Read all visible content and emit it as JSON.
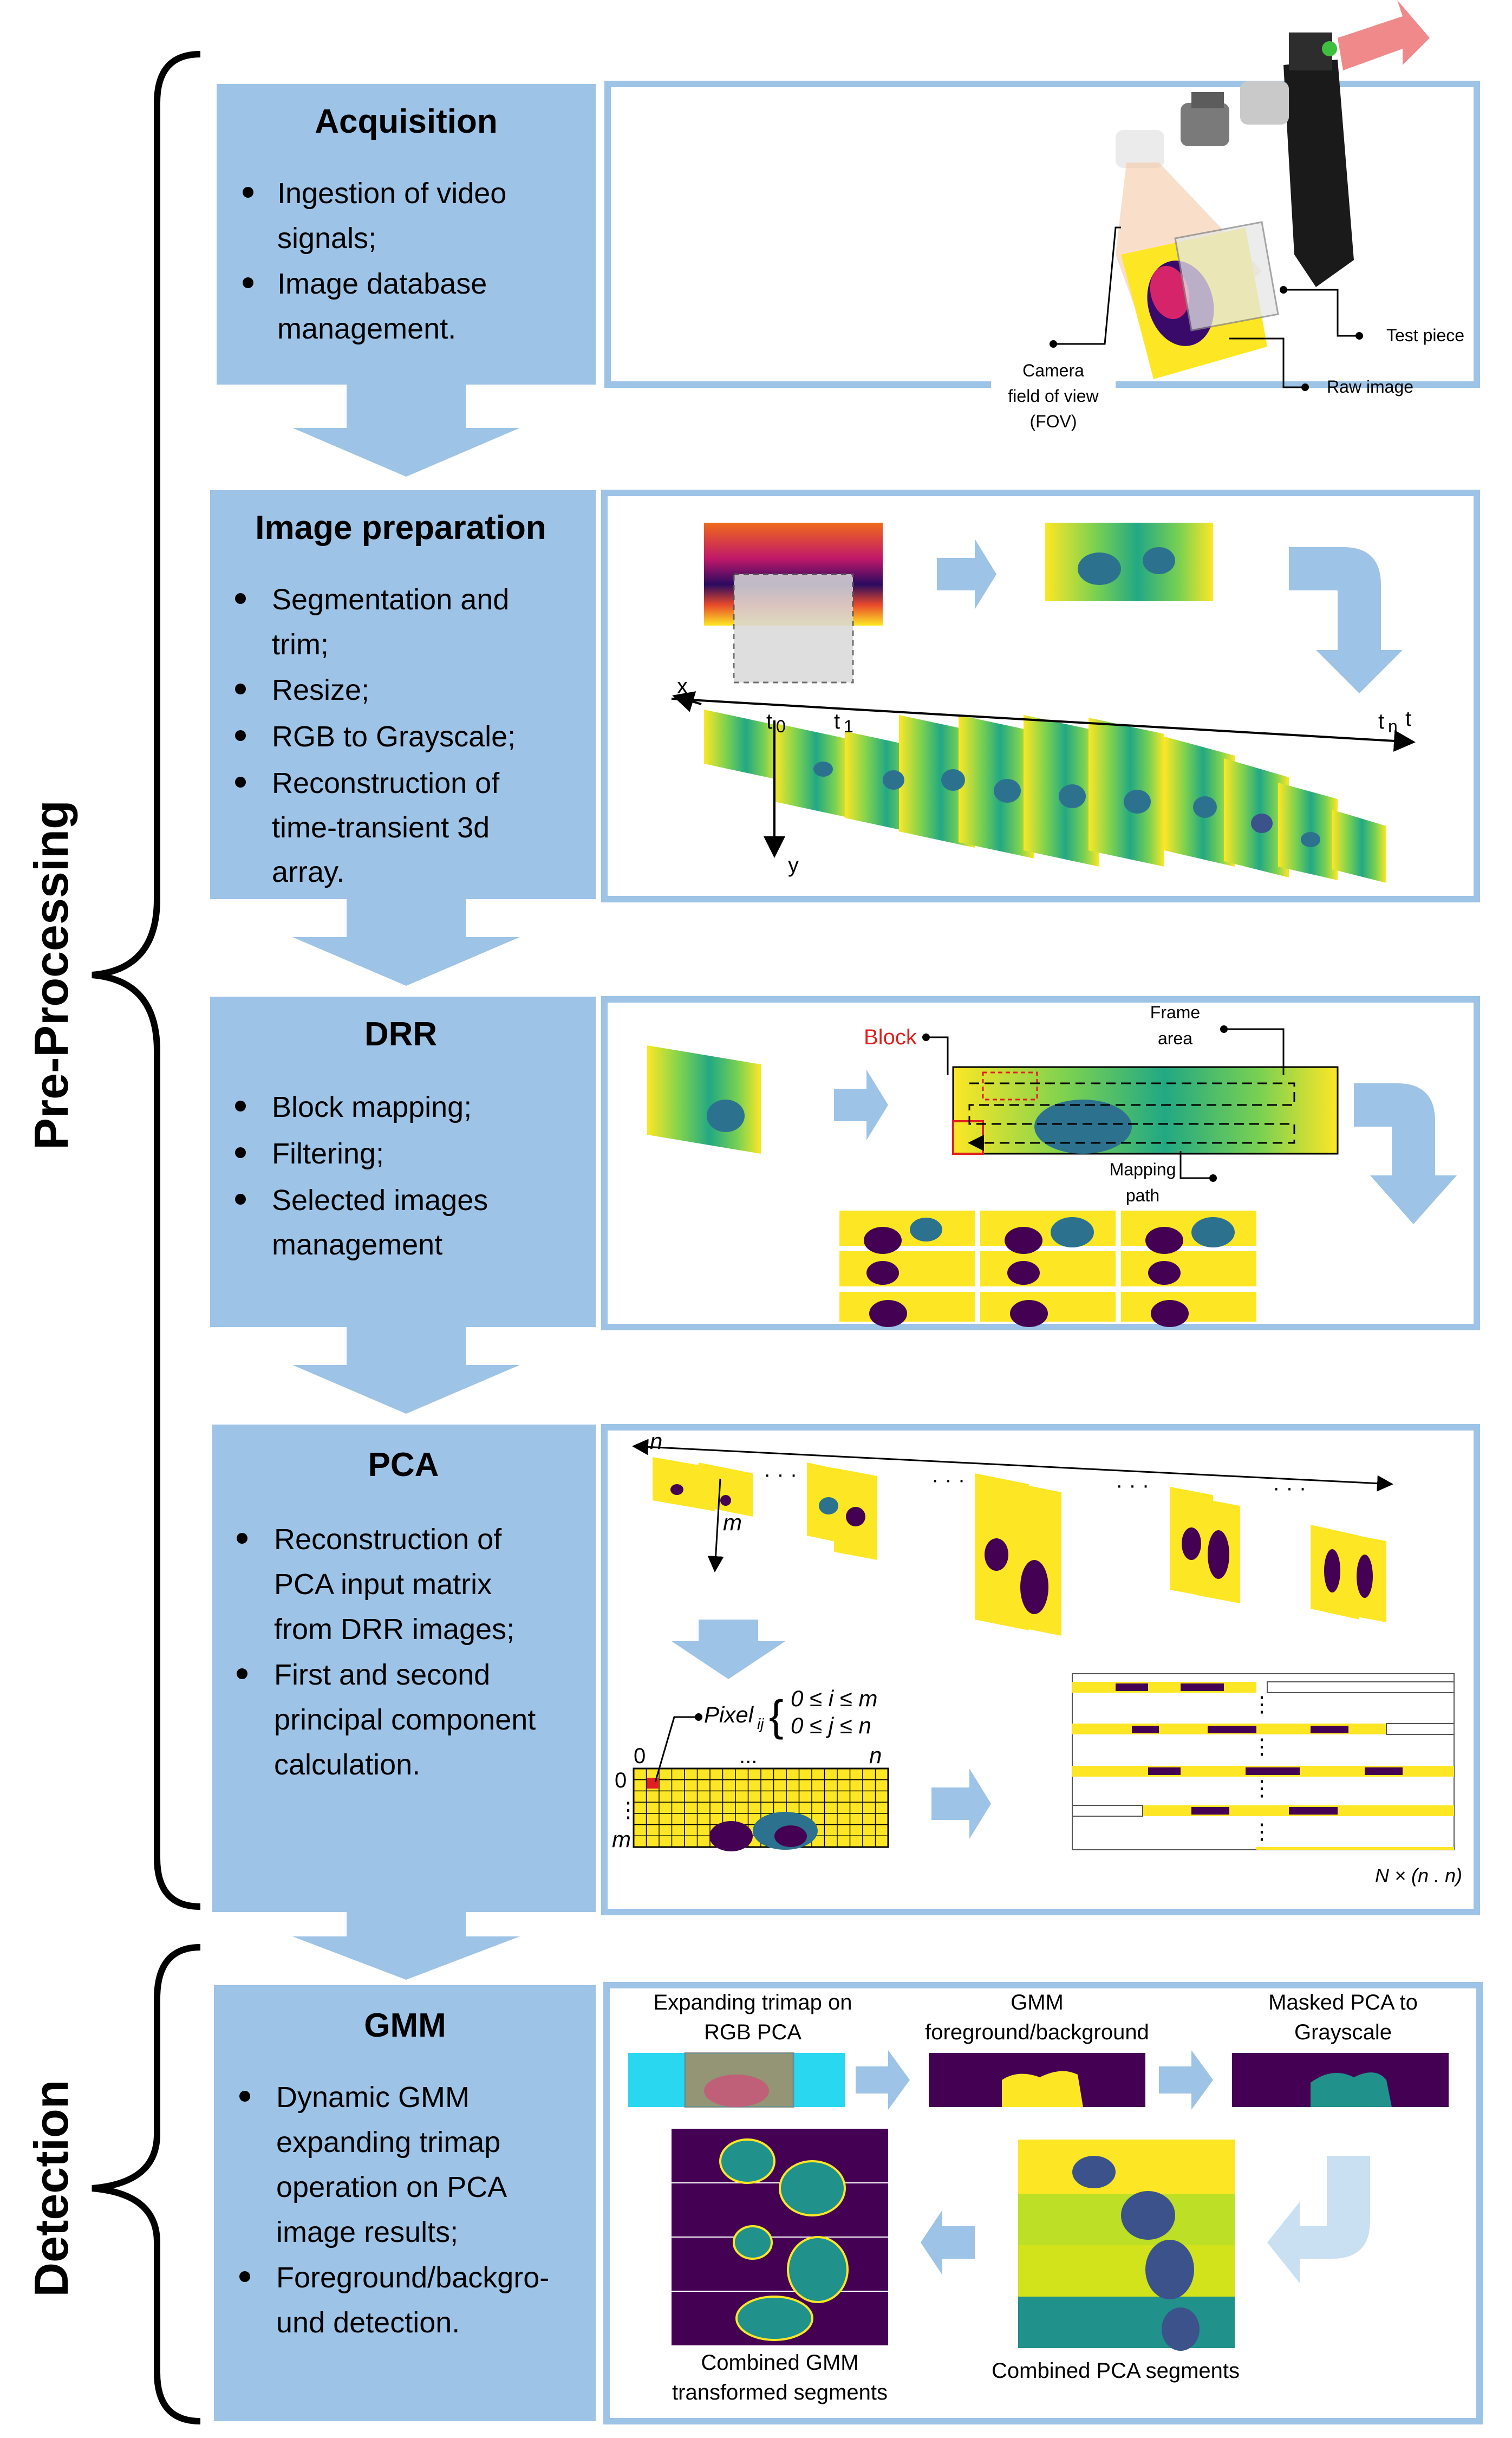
{
  "sections": [
    {
      "title": "Acquisition",
      "bullets": [
        "Ingestion of video",
        "signals;",
        "Image database",
        "management."
      ]
    },
    {
      "title": "Image preparation",
      "bullets": [
        "Segmentation and",
        "trim;",
        "Resize;",
        "RGB to Grayscale;",
        "Reconstruction of",
        "time-transient 3d",
        "array."
      ]
    },
    {
      "title": "DRR",
      "bullets": [
        "Block mapping;",
        "Filtering;",
        "Selected images",
        "management"
      ]
    },
    {
      "title": "PCA",
      "bullets": [
        "Reconstruction of",
        "PCA input matrix",
        "from DRR images;",
        "First and second",
        "principal component",
        "calculation."
      ]
    },
    {
      "title": "GMM",
      "bullets": [
        "Dynamic GMM",
        "expanding trimap",
        "operation on PCA",
        "image results;",
        "Foreground/backgro-",
        "und detection."
      ]
    }
  ],
  "groups": {
    "pre": "Pre-Processing",
    "det": "Detection"
  },
  "acq": {
    "test_piece": "Test piece",
    "raw_image": "Raw image",
    "fov1": "Camera",
    "fov2": "field of view",
    "fov3": "(FOV)"
  },
  "prep": {
    "x": "x",
    "y": "y",
    "t": "t",
    "t0": "t",
    "t0sub": "0",
    "t1": "t",
    "t1sub": "1",
    "tn": "t",
    "tnsub": "n"
  },
  "drr": {
    "block": "Block",
    "frame1": "Frame",
    "frame2": "area",
    "map1": "Mapping",
    "map2": "path"
  },
  "pca": {
    "n": "n",
    "m": "m",
    "dots": "· · ·",
    "pixel": "Pixel",
    "pixel_sub": "ij",
    "c1": "0 ≤ i ≤ m",
    "c2": "0 ≤ j ≤ n",
    "zero_top": "0",
    "zero_left": "0",
    "dots_grid": "...",
    "n_grid": "n",
    "m_grid": "m",
    "vdots": "⋮",
    "size": "N × (n . n)"
  },
  "gmm": {
    "l1a": "Expanding trimap on",
    "l1b": "RGB PCA",
    "l2a": "GMM",
    "l2b": "foreground/background",
    "l3a": "Masked PCA to",
    "l3b": "Grayscale",
    "combined_pca": "Combined PCA segments",
    "combined_gmm1": "Combined GMM",
    "combined_gmm2": "transformed segments"
  },
  "colors": {
    "panel": "#9dc3e6",
    "panel_border": "#9dc3e6",
    "arrow": "#9dc3e6",
    "dark": "#440154",
    "yellow": "#fde725",
    "teal": "#21918c",
    "cyan": "#29d7f0",
    "salmon": "#f2a0a0"
  }
}
